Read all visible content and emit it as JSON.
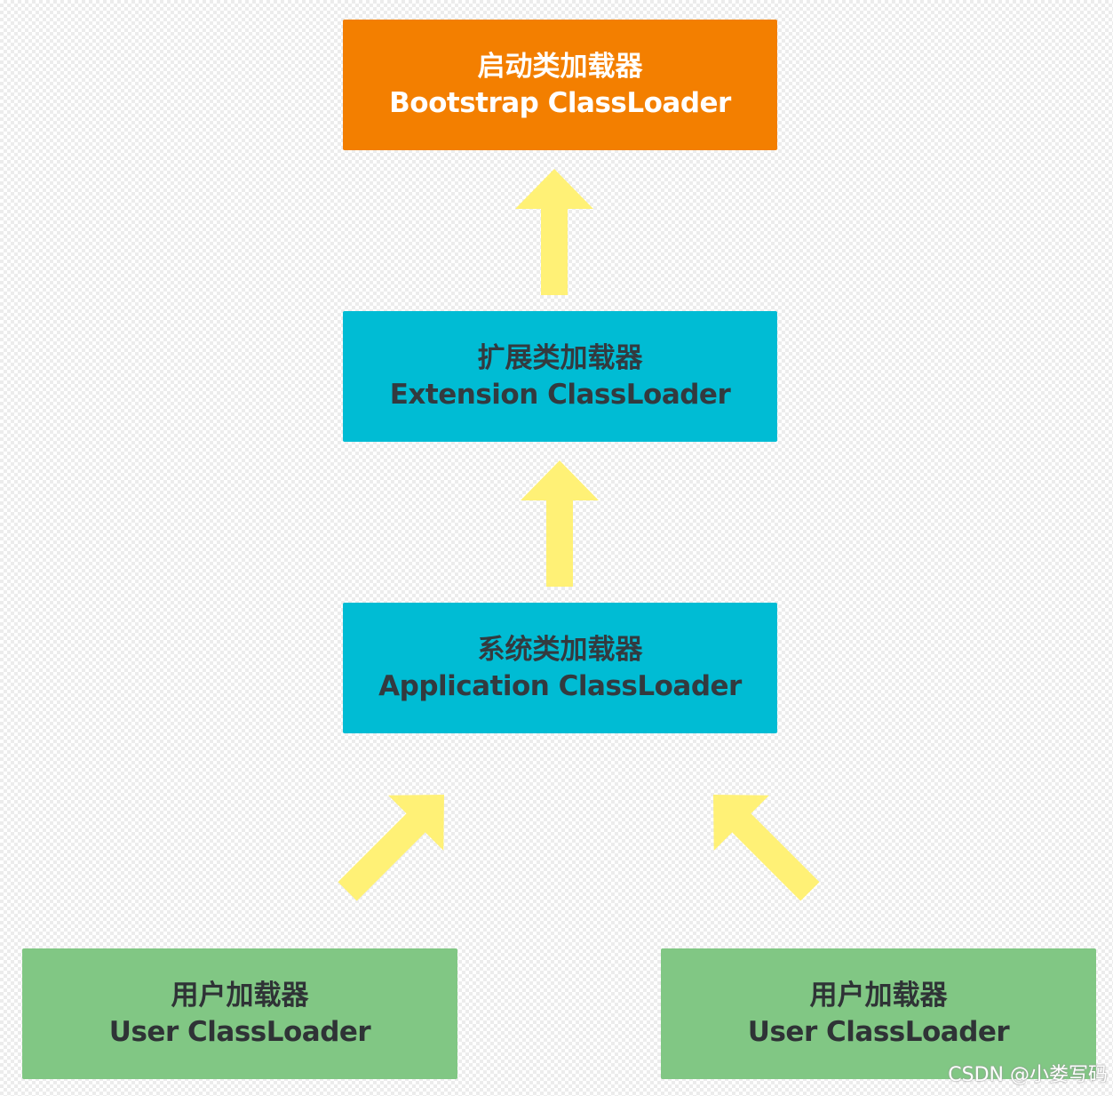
{
  "boxes": {
    "bootstrap": {
      "zh": "启动类加载器",
      "en": "Bootstrap ClassLoader"
    },
    "extension": {
      "zh": "扩展类加载器",
      "en": "Extension ClassLoader"
    },
    "application": {
      "zh": "系统类加载器",
      "en": "Application ClassLoader"
    },
    "user_left": {
      "zh": "用户加载器",
      "en": "User ClassLoader"
    },
    "user_right": {
      "zh": "用户加载器",
      "en": "User ClassLoader"
    }
  },
  "colors": {
    "bootstrap": "#f37f00",
    "extension_application": "#00bcd4",
    "user": "#81c784",
    "arrow": "#fff176"
  },
  "watermark": "CSDN @小娄写码"
}
